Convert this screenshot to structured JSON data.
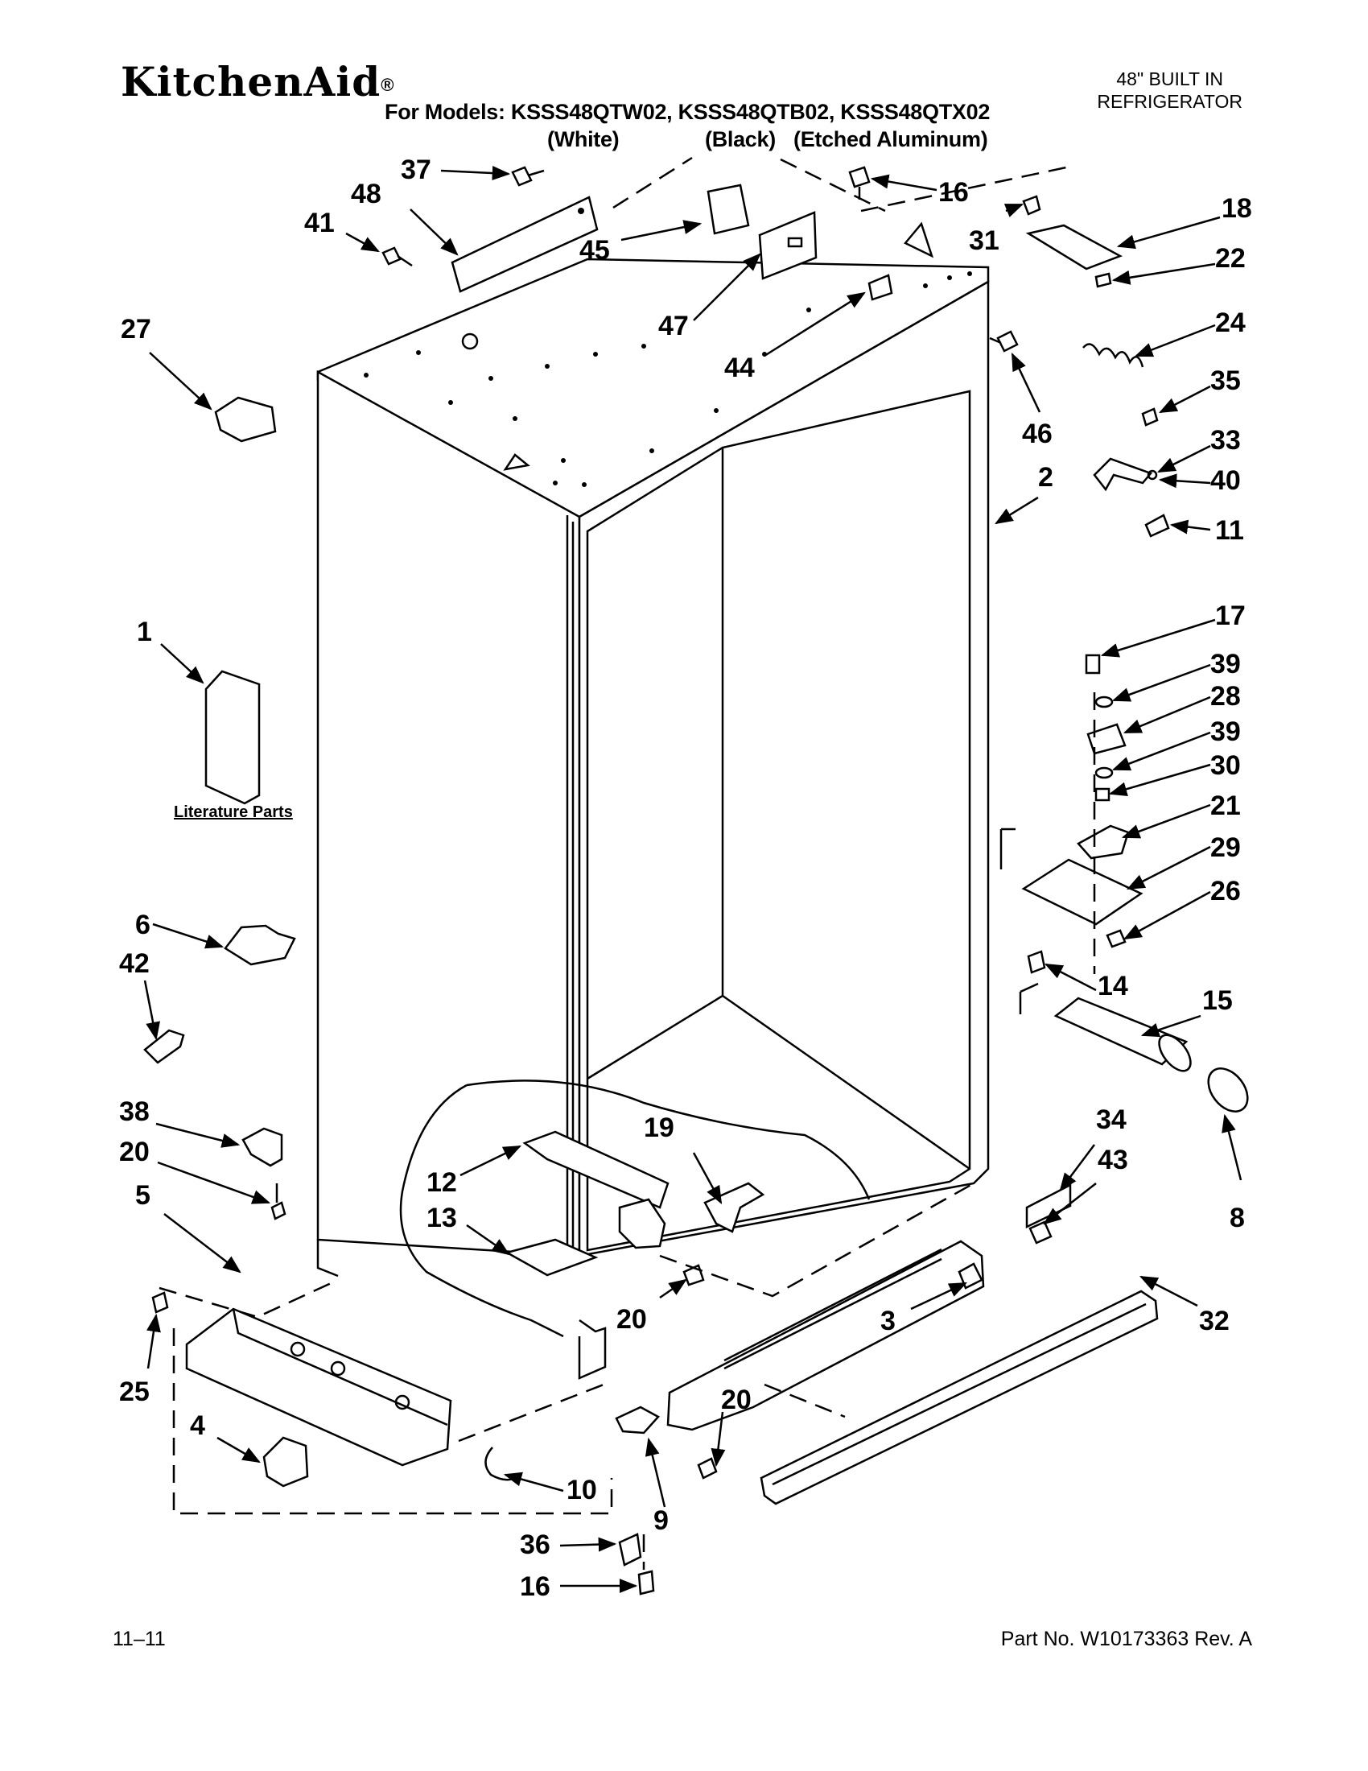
{
  "header": {
    "brand": "KitchenAid",
    "brand_mark": "®",
    "product_line1": "48\" BUILT IN",
    "product_line2": "REFRIGERATOR",
    "models_line": "For Models: KSSS48QTW02, KSSS48QTB02, KSSS48QTX02",
    "variant_white": "(White)",
    "variant_black": "(Black)",
    "variant_aluminum": "(Etched Aluminum)"
  },
  "diagram": {
    "literature_caption": "Literature Parts",
    "callouts": [
      "37",
      "48",
      "41",
      "45",
      "16",
      "31",
      "18",
      "22",
      "47",
      "44",
      "24",
      "46",
      "35",
      "33",
      "40",
      "11",
      "2",
      "27",
      "1",
      "17",
      "39",
      "28",
      "39",
      "30",
      "21",
      "29",
      "26",
      "6",
      "42",
      "14",
      "15",
      "38",
      "20",
      "34",
      "43",
      "19",
      "12",
      "5",
      "13",
      "8",
      "20",
      "3",
      "32",
      "25",
      "20",
      "4",
      "10",
      "9",
      "36",
      "16"
    ]
  },
  "footer": {
    "date_code": "11–11",
    "part_number": "Part No. W10173363 Rev. A"
  }
}
